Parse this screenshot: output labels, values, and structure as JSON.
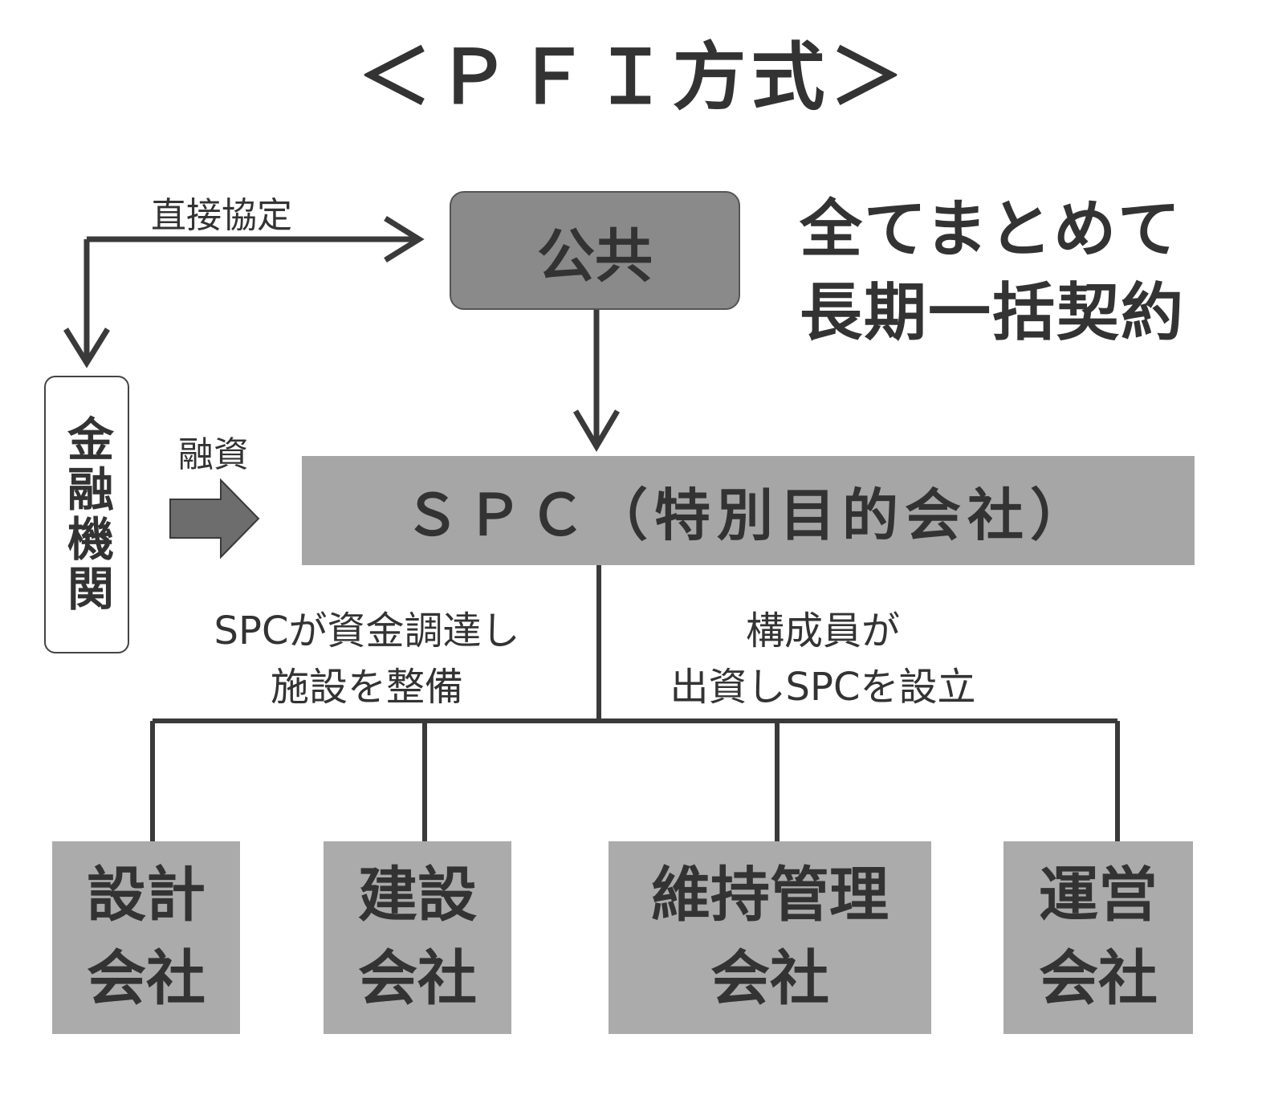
{
  "title": "＜ＰＦＩ方式＞",
  "nodes": {
    "public": "公共",
    "spc": "ＳＰＣ（特別目的会社）",
    "bank": "金融機関"
  },
  "labels": {
    "direct_agreement": "直接協定",
    "financing": "融資"
  },
  "slogan": [
    "全てまとめて",
    "長期一括契約"
  ],
  "captions": {
    "left": [
      "SPCが資金調達し",
      "施設を整備"
    ],
    "right": [
      "構成員が",
      "出資しSPCを設立"
    ]
  },
  "companies": [
    [
      "設計",
      "会社"
    ],
    [
      "建設",
      "会社"
    ],
    [
      "維持管理",
      "会社"
    ],
    [
      "運営",
      "会社"
    ]
  ],
  "colors": {
    "public_fill": "#8a8a8a",
    "spc_fill": "#a6a6a6",
    "company_fill": "#ababab",
    "line": "#3a3a3a"
  }
}
